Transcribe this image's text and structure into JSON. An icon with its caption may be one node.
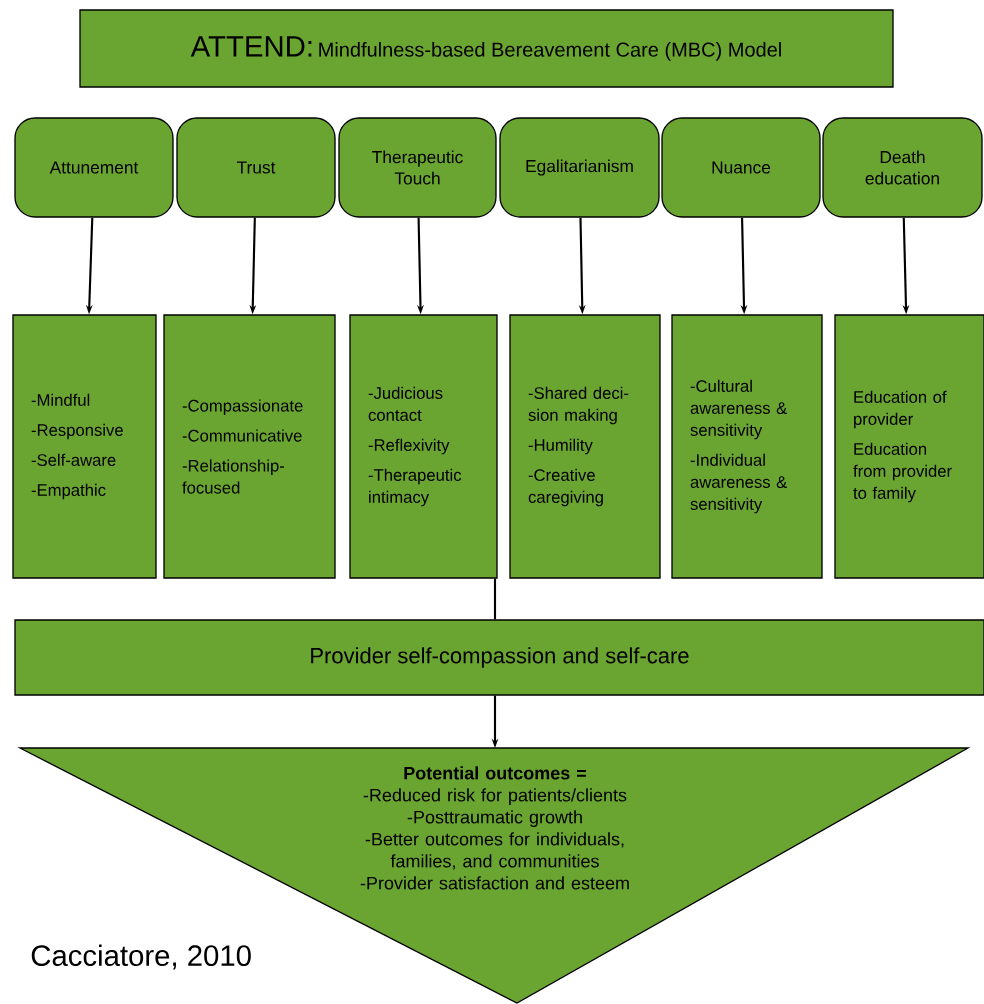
{
  "diagram": {
    "nodes": [
      {
        "text": [
          "ATTEND:",
          "Mindfulness-based Bereavement Care (MBC) Model"
        ]
      },
      {
        "text": [
          "Attunement"
        ]
      },
      {
        "text": [
          "Trust"
        ]
      },
      {
        "text": [
          "Therapeutic Touch"
        ]
      },
      {
        "text": [
          "Egalitarianism"
        ]
      },
      {
        "text": [
          "Nuance"
        ]
      },
      {
        "text": [
          "Death education"
        ]
      },
      {
        "text": [
          "-Mindful",
          "-Responsive",
          "-Self-aware",
          "-Empathic"
        ]
      },
      {
        "text": [
          "-Compassionate",
          "-Communicative",
          "-Relationship- focused"
        ]
      },
      {
        "text": [
          "-Judicious contact",
          "-Reflexivity",
          "-Therapeutic intimacy"
        ]
      },
      {
        "text": [
          "-Shared deci- sion making",
          "-Humility",
          "-Creative caregiving"
        ]
      },
      {
        "text": [
          "-Cultural awareness & sensitivity",
          "-Individual awareness & sensitivity"
        ]
      },
      {
        "text": [
          "Education of provider",
          "Education from provider to family"
        ]
      },
      {
        "text": [
          "Provider self-compassion and self-care"
        ]
      },
      {
        "text": [
          "Potential outcomes =",
          "-Reduced risk for patients/clients",
          "-Posttraumatic growth",
          "-Better outcomes for individuals, families, and communities",
          "-Provider satisfaction and esteem"
        ]
      }
    ],
    "edges": [
      {
        "from": 1,
        "to": 7,
        "arrow": "to"
      },
      {
        "from": 2,
        "to": 8,
        "arrow": "to"
      },
      {
        "from": 3,
        "to": 9,
        "arrow": "to"
      },
      {
        "from": 4,
        "to": 10,
        "arrow": "to"
      },
      {
        "from": 5,
        "to": 11,
        "arrow": "to"
      },
      {
        "from": 6,
        "to": 12,
        "arrow": "to"
      },
      {
        "from": 9,
        "to": 13,
        "arrow": "none"
      },
      {
        "from": 13,
        "to": 14,
        "arrow": "to"
      }
    ],
    "labels": [
      "Cacciatore, 2010"
    ]
  }
}
